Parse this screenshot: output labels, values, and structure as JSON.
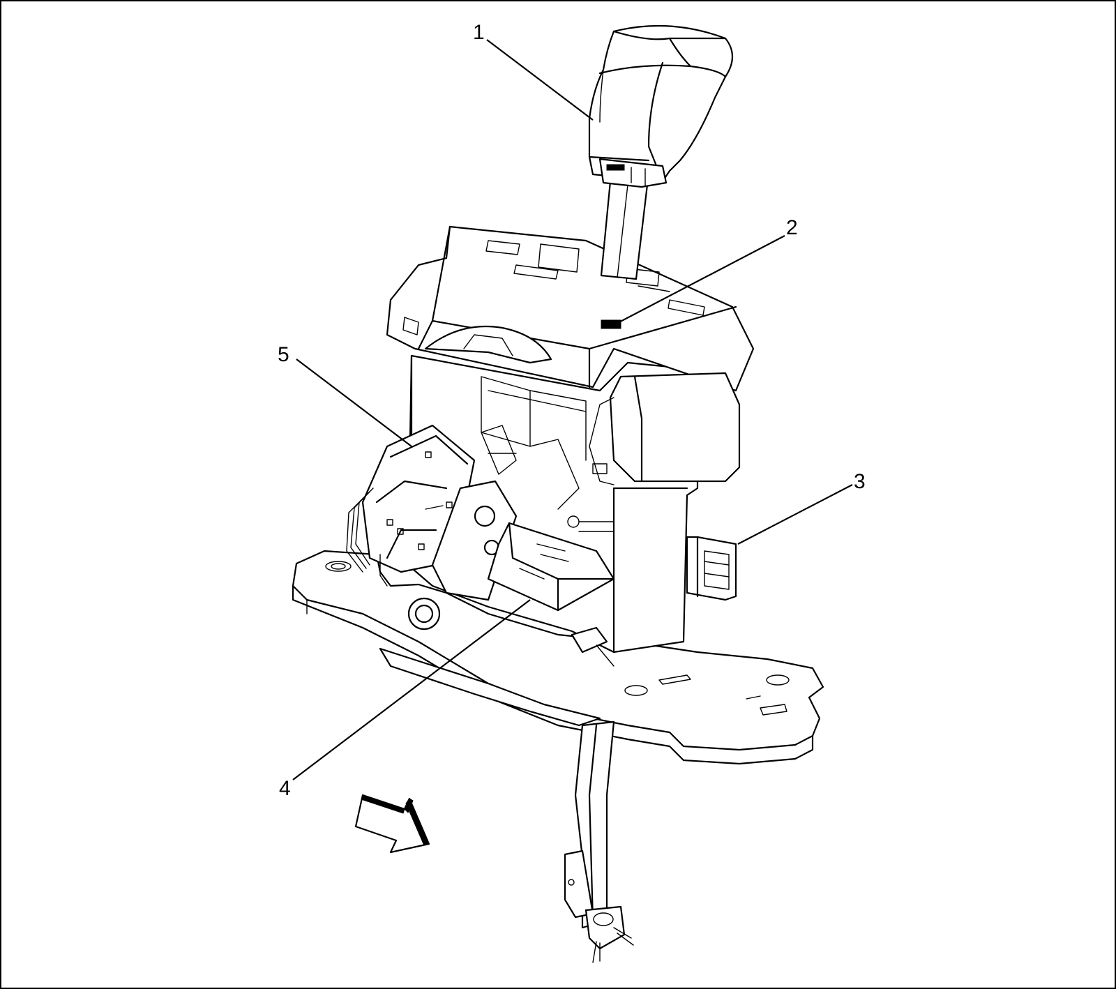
{
  "callouts": [
    {
      "id": "1",
      "text": "1"
    },
    {
      "id": "2",
      "text": "2"
    },
    {
      "id": "3",
      "text": "3"
    },
    {
      "id": "4",
      "text": "4"
    },
    {
      "id": "5",
      "text": "5"
    }
  ],
  "icons": {
    "direction_arrow": "forward-arrow-icon"
  },
  "colors": {
    "line": "#000000",
    "background": "#ffffff"
  }
}
